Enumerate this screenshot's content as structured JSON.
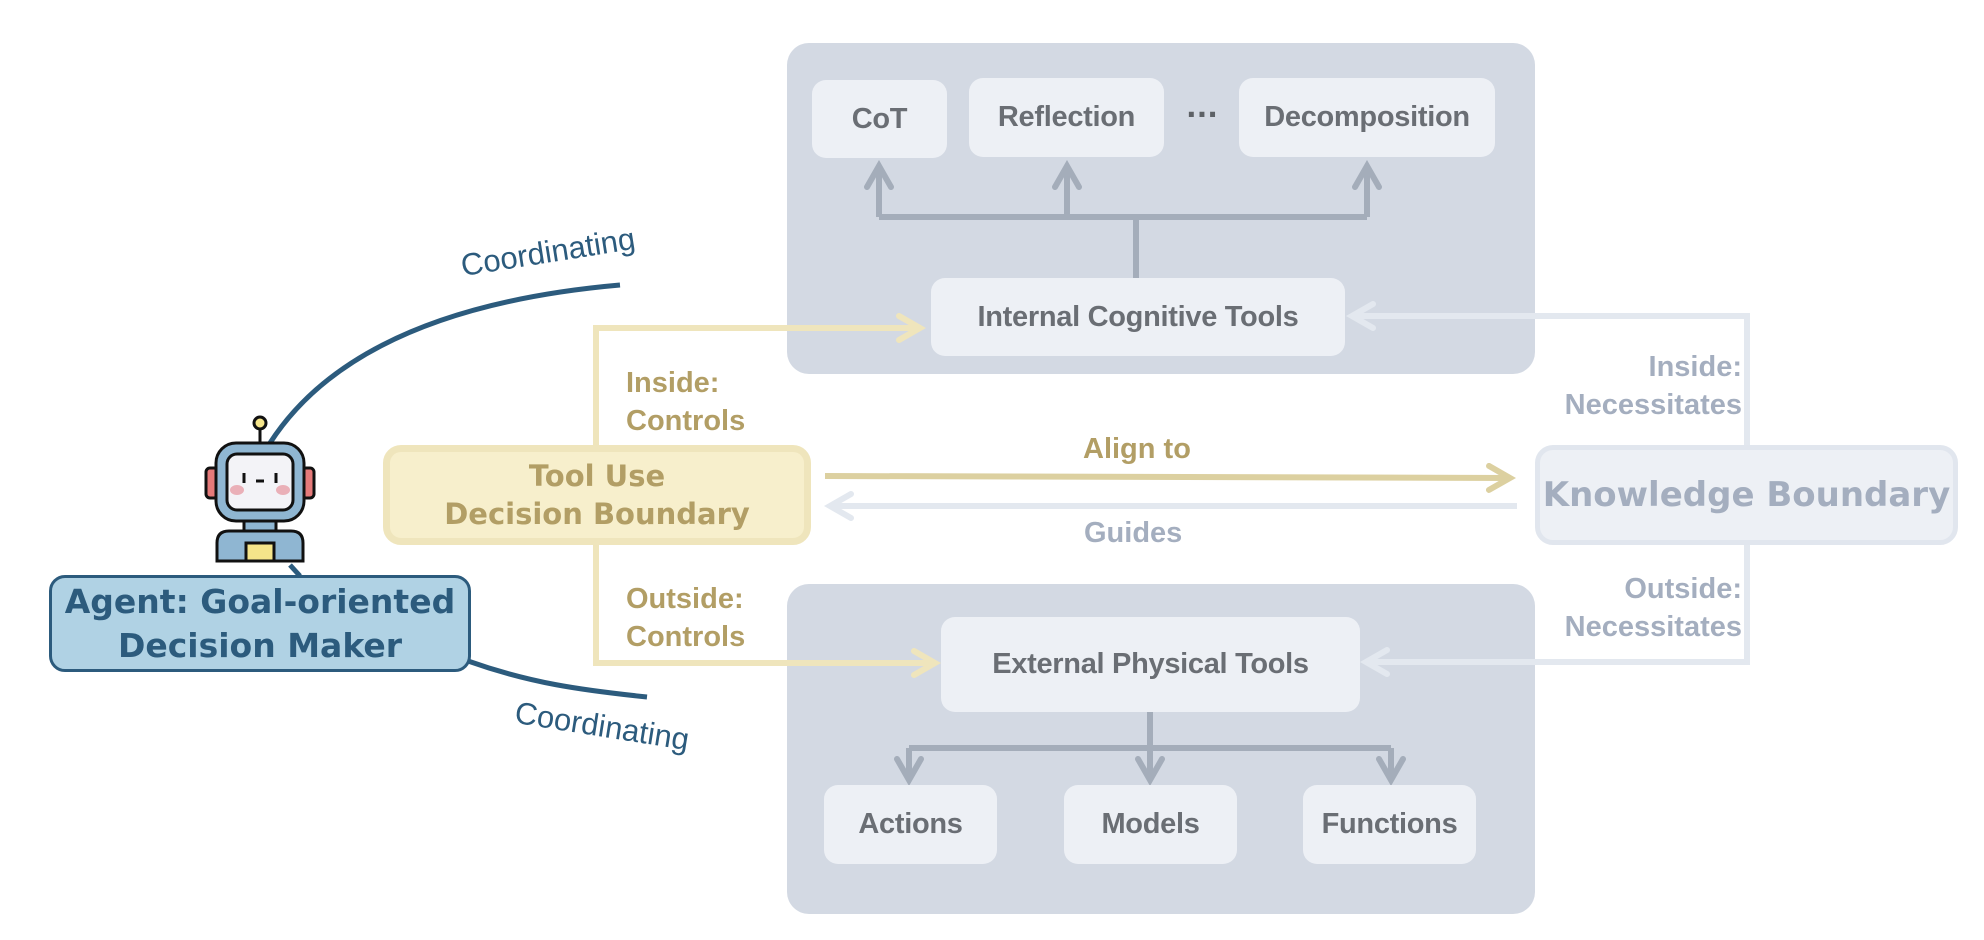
{
  "agent": {
    "line1": "Agent: Goal-oriented",
    "line2": "Decision Maker",
    "icon": "robot-icon",
    "coordinating_top": "Coordinating",
    "coordinating_bottom": "Coordinating"
  },
  "tool_use": {
    "line1": "Tool Use",
    "line2": "Decision Boundary",
    "inside_label_line1": "Inside:",
    "inside_label_line2": "Controls",
    "outside_label_line1": "Outside:",
    "outside_label_line2": "Controls"
  },
  "align_label": "Align to",
  "guides_label": "Guides",
  "knowledge_boundary": {
    "label": "Knowledge Boundary",
    "inside_label_line1": "Inside:",
    "inside_label_line2": "Necessitates",
    "outside_label_line1": "Outside:",
    "outside_label_line2": "Necessitates"
  },
  "internal": {
    "title": "Internal Cognitive Tools",
    "children": [
      "CoT",
      "Reflection",
      "Decomposition"
    ],
    "ellipsis": "···"
  },
  "external": {
    "title": "External Physical Tools",
    "children": [
      "Actions",
      "Models",
      "Functions"
    ]
  },
  "colors": {
    "agent_blue": "#2c5b7d",
    "agent_fill": "#b0d2e4",
    "gold": "#b29e65",
    "gold_fill": "#f7efcc",
    "panel": "#d3d9e3",
    "box": "#edf0f5",
    "muted": "#a4aebf"
  }
}
